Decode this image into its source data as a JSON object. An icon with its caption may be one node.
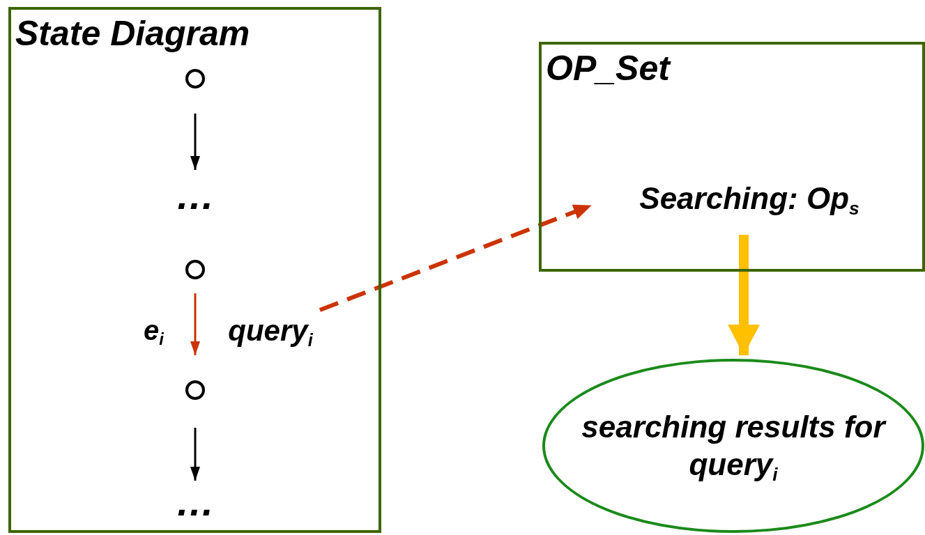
{
  "diagram": {
    "nodes": [
      {
        "text": [
          "State Diagram"
        ]
      },
      {
        "text": [],
        "shape": "circle",
        "in": 0
      },
      {
        "text": [
          "…"
        ],
        "in": 0
      },
      {
        "text": [],
        "shape": "circle",
        "in": 0
      },
      {
        "text": [
          "query$_{i}$"
        ],
        "in": 0
      },
      {
        "text": [],
        "shape": "circle",
        "in": 0
      },
      {
        "text": [
          "…"
        ],
        "in": 0
      },
      {
        "text": [
          "OP_Set"
        ]
      },
      {
        "text": [
          "Searching: Op$_{s}$"
        ],
        "in": 7
      },
      {
        "text": [
          "searching results for query$_{i}$"
        ]
      }
    ],
    "edges": [
      {
        "from": 1,
        "to": 2,
        "arrow": "to"
      },
      {
        "from": 3,
        "to": 5,
        "arrow": "to",
        "label": "e$_{i}$",
        "color": "#cc3300"
      },
      {
        "from": 5,
        "to": 6,
        "arrow": "to"
      },
      {
        "from": 4,
        "to": 8,
        "arrow": "to",
        "style": "dashed",
        "color": "#cc3300"
      },
      {
        "from": 8,
        "to": 9,
        "arrow": "to",
        "style": "thick",
        "color": "#ffc000"
      }
    ]
  }
}
